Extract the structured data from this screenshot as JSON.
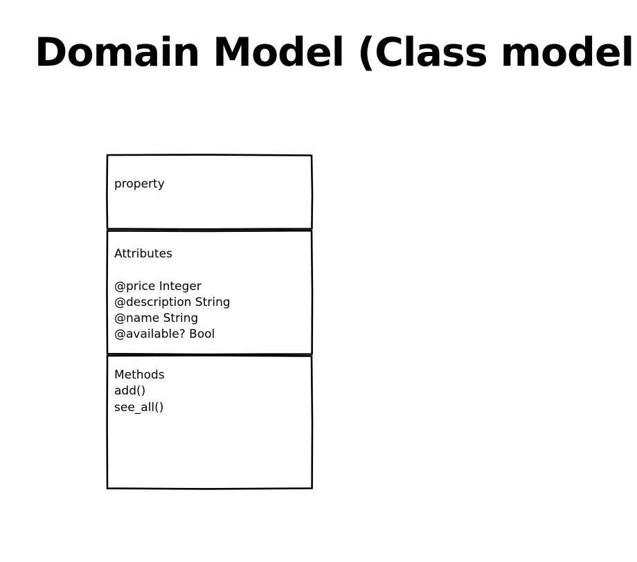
{
  "title": "Domain Model (Class model)",
  "class_box": {
    "name": "property",
    "attributes_header": "Attributes",
    "attributes": [
      "@price Integer",
      "@description String",
      "@name String",
      "@available? Bool"
    ],
    "methods_header": "Methods",
    "methods": [
      "add()",
      "see_all()"
    ]
  }
}
